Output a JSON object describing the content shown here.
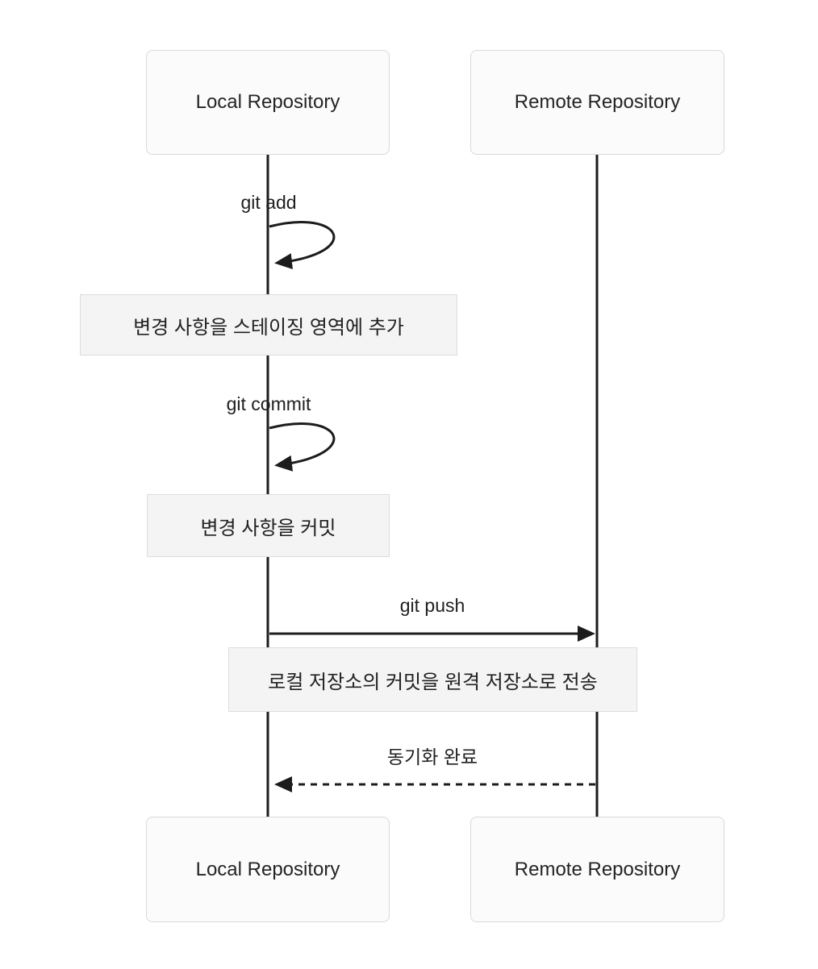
{
  "diagram": {
    "type": "sequence",
    "actors": {
      "local": "Local Repository",
      "remote": "Remote Repository"
    },
    "messages": {
      "git_add": "git add",
      "git_commit": "git commit",
      "git_push": "git push",
      "sync_done": "동기화 완료"
    },
    "notes": {
      "staging": "변경 사항을 스테이징 영역에 추가",
      "commit": "변경 사항을 커밋",
      "push": "로컬 저장소의 커밋을 원격 저장소로 전송"
    },
    "colors": {
      "background": "#ffffff",
      "actor_fill": "#fbfbfb",
      "actor_border": "#d9d9d9",
      "note_fill": "#f4f4f4",
      "note_border": "#dcdcdc",
      "line": "#1c1c1c",
      "text": "#212121"
    }
  }
}
